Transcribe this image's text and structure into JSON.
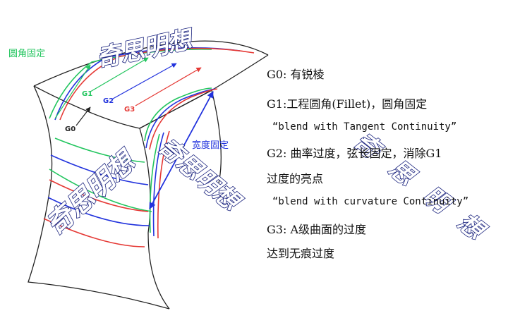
{
  "labels": {
    "fillet_fixed": "圆角固定",
    "width_fixed": "宽度固定",
    "g0": "G0",
    "g1": "G1",
    "g2": "G2",
    "g3": "G3"
  },
  "watermark": "奇思明想",
  "notes": [
    "G0: 有锐棱",
    "G1:工程圆角(Fillet)，圆角固定",
    "“blend with Tangent Continuity”",
    "G2: 曲率过度，弦长固定，消除G1",
    "过度的亮点",
    "“blend with curvature Continuity”",
    "G3: A级曲面的过度",
    "达到无痕过度"
  ],
  "colors": {
    "g0": "#222222",
    "g1": "#22c55e",
    "g2": "#2233dd",
    "g3": "#e53935",
    "watermark_stroke": "#1a237e"
  }
}
